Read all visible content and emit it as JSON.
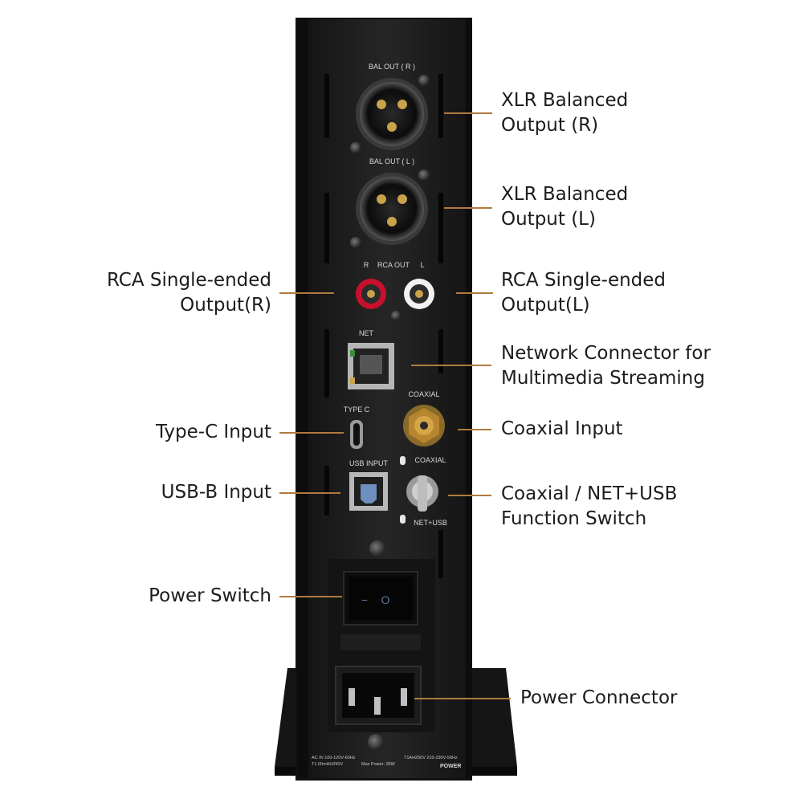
{
  "panel_labels": {
    "bal_out_r": "BAL OUT ( R )",
    "bal_out_l": "BAL OUT ( L )",
    "rca_r": "R",
    "rca_out": "RCA OUT",
    "rca_l": "L",
    "net": "NET",
    "coaxial": "COAXIAL",
    "type_c": "TYPE C",
    "usb_input": "USB INPUT",
    "switch_coaxial": "COAXIAL",
    "switch_net_usb": "NET+USB",
    "power_switch_off": "−",
    "power_switch_on": "O",
    "rating_left_1": "AC IN 100-120V-60Hz",
    "rating_left_2": "T1.00mAH250V",
    "rating_mid": "Max Power: 35W",
    "rating_right_1": "T1AH250V 210-230V-50Hz",
    "rating_right_2": "POWER"
  },
  "callouts": {
    "xlr_r": [
      "XLR Balanced",
      "Output (R)"
    ],
    "xlr_l": [
      "XLR Balanced",
      "Output (L)"
    ],
    "rca_r": [
      "RCA Single-ended",
      "Output(R)"
    ],
    "rca_l": [
      "RCA Single-ended",
      "Output(L)"
    ],
    "network": [
      "Network Connector for",
      "Multimedia Streaming"
    ],
    "type_c": [
      "Type-C Input"
    ],
    "coaxial_in": [
      "Coaxial Input"
    ],
    "usb_b": [
      "USB-B Input"
    ],
    "func_switch": [
      "Coaxial / NET+USB",
      "Function Switch"
    ],
    "power_switch": [
      "Power Switch"
    ],
    "power_connector": [
      "Power Connector"
    ]
  },
  "colors": {
    "leader_line": "#b07a3e",
    "chassis": "#1e1e1e",
    "rca_red": "#c8102e",
    "rca_white": "#f2f2f2",
    "gold": "#c9a24a",
    "coax_brass": "#b8862f"
  }
}
